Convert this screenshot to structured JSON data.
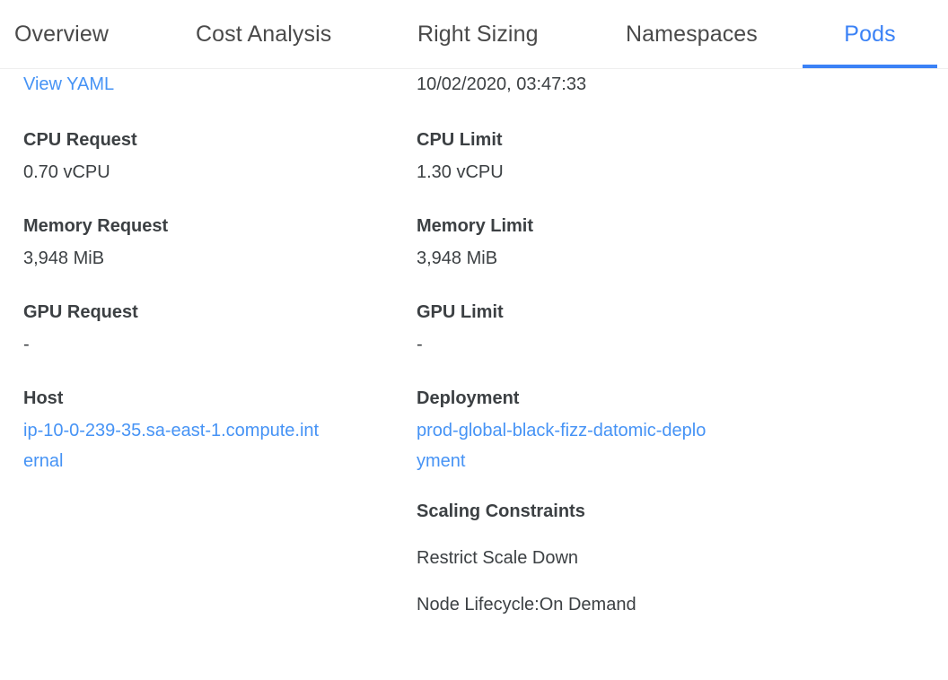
{
  "tabs": [
    {
      "label": "Overview",
      "active": false
    },
    {
      "label": "Cost Analysis",
      "active": false
    },
    {
      "label": "Right Sizing",
      "active": false
    },
    {
      "label": "Namespaces",
      "active": false
    },
    {
      "label": "Pods",
      "active": true
    }
  ],
  "colors": {
    "accent": "#3b82f6",
    "link": "#4693f5",
    "text": "#3c4043",
    "tab_inactive": "#4a4a4a",
    "divider": "#eeeeee",
    "background": "#ffffff"
  },
  "left_column": {
    "view_yaml_label": "View YAML",
    "cpu_request_label": "CPU Request",
    "cpu_request_value": "0.70 vCPU",
    "memory_request_label": "Memory Request",
    "memory_request_value": "3,948 MiB",
    "gpu_request_label": "GPU Request",
    "gpu_request_value": "-",
    "host_label": "Host",
    "host_value": "ip-10-0-239-35.sa-east-1.compute.internal"
  },
  "right_column": {
    "timestamp": "10/02/2020, 03:47:33",
    "cpu_limit_label": "CPU Limit",
    "cpu_limit_value": "1.30 vCPU",
    "memory_limit_label": "Memory Limit",
    "memory_limit_value": "3,948 MiB",
    "gpu_limit_label": "GPU Limit",
    "gpu_limit_value": "-",
    "deployment_label": "Deployment",
    "deployment_value": "prod-global-black-fizz-datomic-deployment",
    "scaling_constraints_label": "Scaling Constraints",
    "constraints": [
      "Restrict Scale Down",
      "Node Lifecycle:On Demand"
    ]
  }
}
